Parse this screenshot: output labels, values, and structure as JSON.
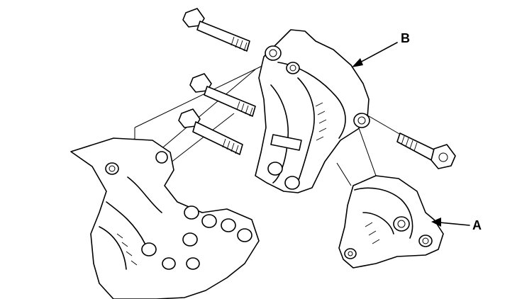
{
  "diagram": {
    "callouts": [
      {
        "id": "B",
        "label": "B"
      },
      {
        "id": "A",
        "label": "A"
      }
    ]
  },
  "colors": {
    "line": "#000000",
    "background": "#ffffff"
  }
}
